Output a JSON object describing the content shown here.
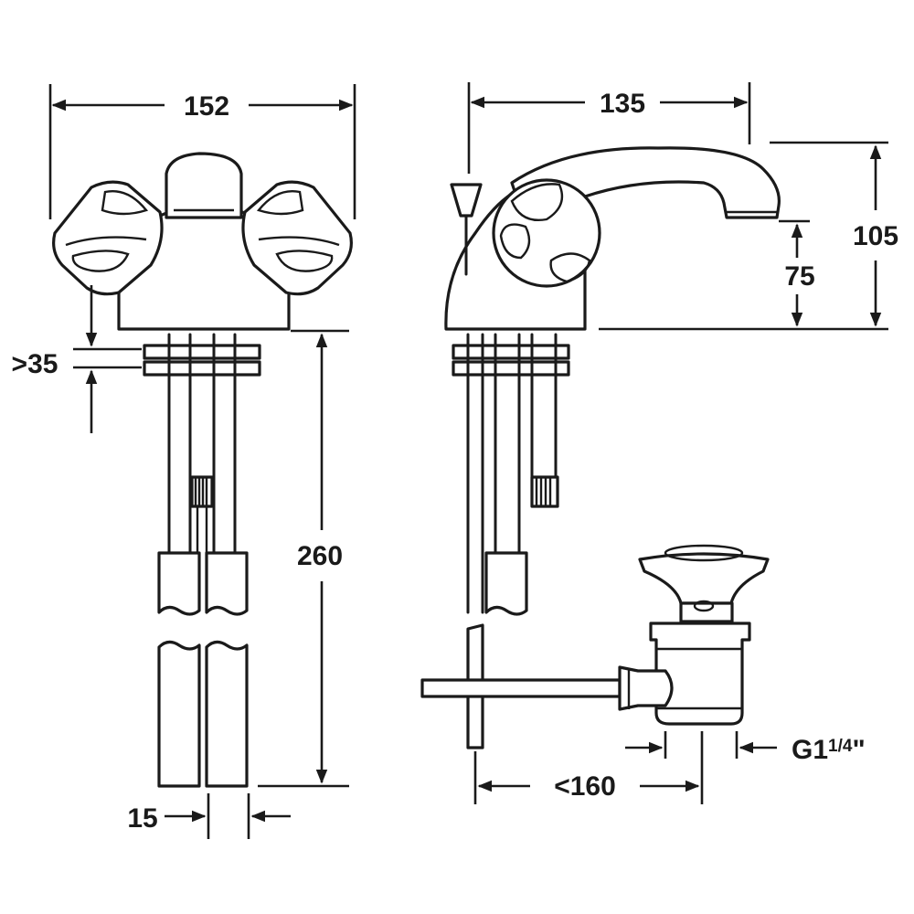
{
  "dimensions": {
    "width_front": "152",
    "width_side": "135",
    "spout_height": "105",
    "spout_clearance": "75",
    "countertop_thickness": ">35",
    "tail_length": "260",
    "tail_spacing": "15",
    "drain_rod_reach": "<160",
    "waste_thread_main": "G1",
    "waste_thread_fraction": "1/4",
    "waste_thread_suffix": "\""
  }
}
